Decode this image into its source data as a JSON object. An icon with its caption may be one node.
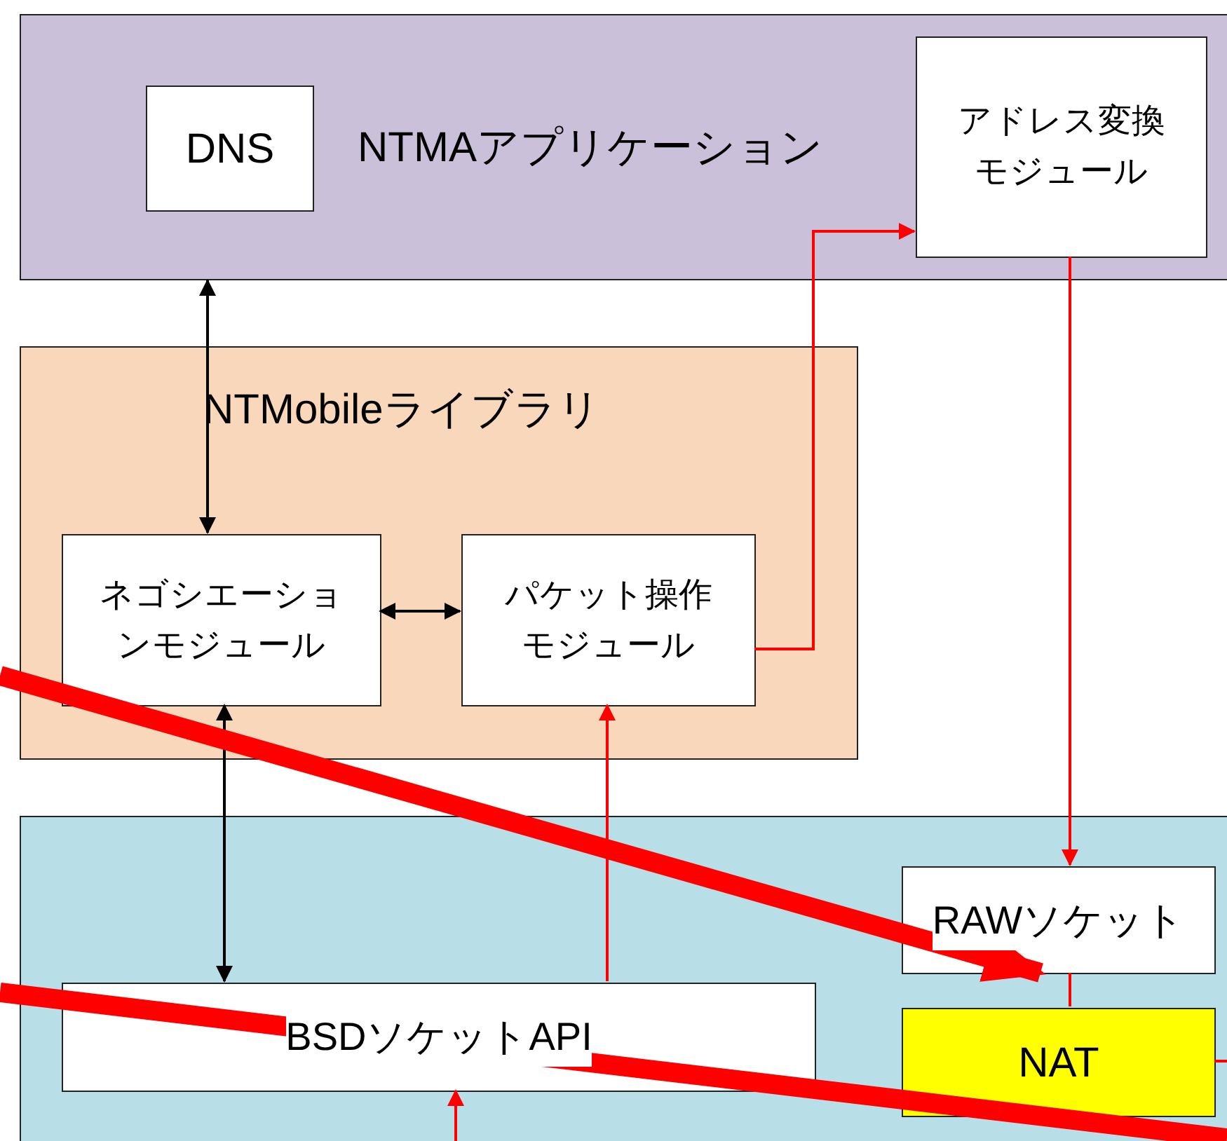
{
  "diagram": {
    "nodes": [
      {
        "text": [
          "NTMAアプリケーション"
        ]
      },
      {
        "text": [
          "DNS"
        ],
        "in": 0
      },
      {
        "text": [
          "アドレス変換モジュール"
        ],
        "in": 0
      },
      {
        "text": [
          "NTMobileライブラリ"
        ]
      },
      {
        "text": [
          "ネゴシエーションモジュール"
        ],
        "in": 3
      },
      {
        "text": [
          "パケット操作モジュール"
        ],
        "in": 3
      },
      {
        "text": [],
        "shape": "box"
      },
      {
        "text": [
          "BSDソケットAPI"
        ],
        "in": 6
      },
      {
        "text": [
          "RAWソケット"
        ],
        "in": 6
      },
      {
        "text": [
          "NAT"
        ],
        "in": 6
      }
    ],
    "edges": [
      {
        "from": 0,
        "to": 4,
        "arrow": "both",
        "color": "#000000"
      },
      {
        "from": 4,
        "to": 5,
        "arrow": "both",
        "color": "#000000"
      },
      {
        "from": 5,
        "to": 2,
        "arrow": "to"
      },
      {
        "from": 2,
        "to": 8,
        "arrow": "to"
      },
      {
        "from": 4,
        "to": 7,
        "arrow": "both",
        "color": "#000000"
      },
      {
        "from": 7,
        "to": 5,
        "arrow": "to"
      },
      {
        "from": 8,
        "to": 9,
        "arrow": "none"
      },
      {
        "from": null,
        "to": 7,
        "arrow": "to"
      },
      {
        "from": 9,
        "to": null,
        "arrow": "none"
      },
      {
        "from": null,
        "to": 8,
        "arrow": "to",
        "style": "thick"
      }
    ]
  }
}
